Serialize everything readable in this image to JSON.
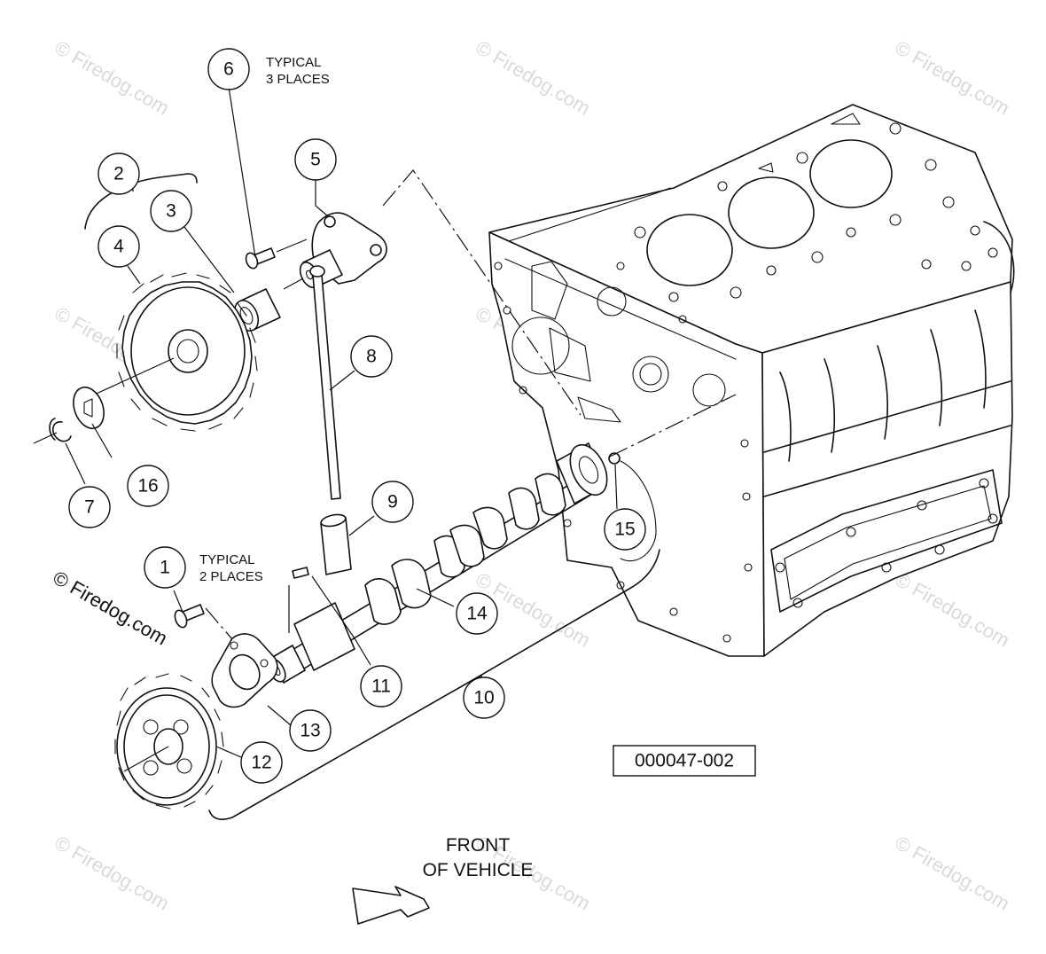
{
  "diagram": {
    "drawing_number": "000047-002",
    "direction_label": {
      "line1": "FRONT",
      "line2": "OF VEHICLE"
    },
    "notes": {
      "typical_3": {
        "line1": "TYPICAL",
        "line2": "3 PLACES"
      },
      "typical_2": {
        "line1": "TYPICAL",
        "line2": "2 PLACES"
      }
    },
    "copyright": "© Firedog.com",
    "watermark": "© Firedog.com",
    "callouts": [
      "1",
      "2",
      "3",
      "4",
      "5",
      "6",
      "7",
      "8",
      "9",
      "10",
      "11",
      "12",
      "13",
      "14",
      "15",
      "16"
    ]
  }
}
